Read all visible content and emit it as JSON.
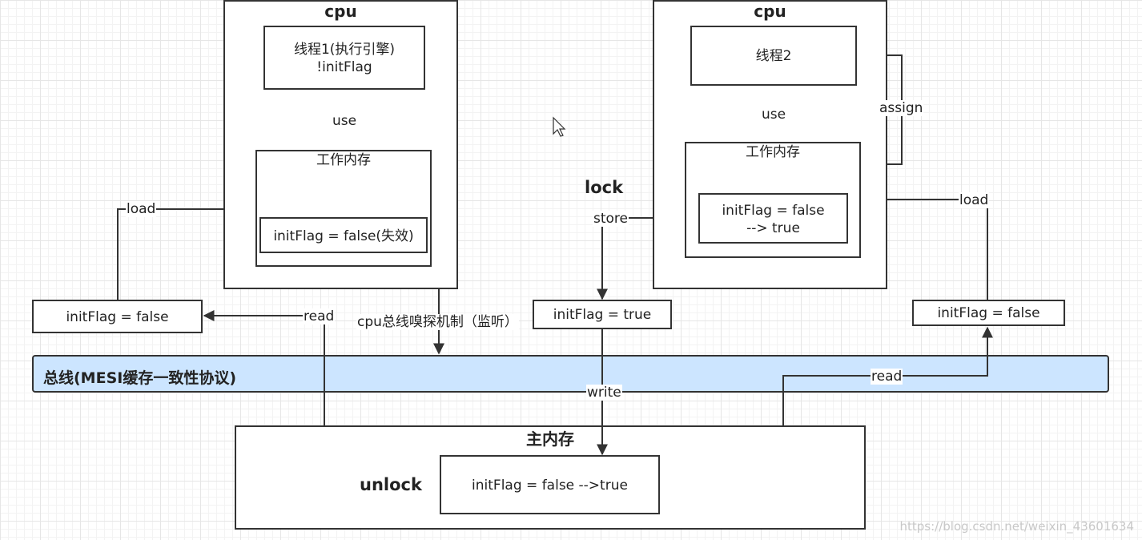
{
  "cpu_left": {
    "title": "cpu",
    "thread_line1": "线程1(执行引擎)",
    "thread_line2": "!initFlag",
    "use_label": "use",
    "work_memory_title": "工作内存",
    "work_memory_value": "initFlag = false(失效)"
  },
  "cpu_right": {
    "title": "cpu",
    "thread": "线程2",
    "use_label": "use",
    "assign_label": "assign",
    "work_memory_title": "工作内存",
    "work_memory_value_line1": "initFlag = false",
    "work_memory_value_line2": "--> true"
  },
  "flow": {
    "left_load": "load",
    "left_read": "read",
    "left_cache_value": "initFlag = false",
    "sniff_label": "cpu总线嗅探机制（监听）",
    "lock_label": "lock",
    "store_label": "store",
    "middle_cache_value": "initFlag = true",
    "write_label": "write",
    "right_load": "load",
    "right_read": "read",
    "right_cache_value": "initFlag = false"
  },
  "bus": {
    "label": "总线(MESI缓存一致性协议)",
    "color": "#cce5ff"
  },
  "main_memory": {
    "title": "主内存",
    "unlock_label": "unlock",
    "value": "initFlag = false -->true"
  },
  "watermark": "https://blog.csdn.net/weixin_43601634"
}
